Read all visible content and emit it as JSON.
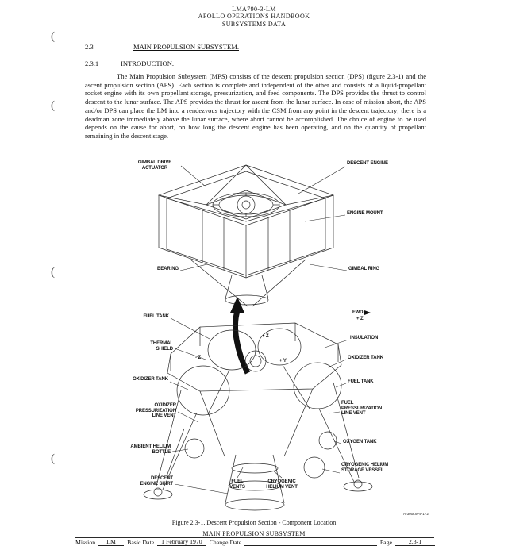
{
  "header": {
    "doc_number": "LMA790-3-LM",
    "title": "APOLLO OPERATIONS HANDBOOK",
    "subtitle": "SUBSYSTEMS DATA"
  },
  "margin_mark": "(",
  "section": {
    "number": "2.3",
    "title": "MAIN PROPULSION SUBSYSTEM."
  },
  "subsection": {
    "number": "2.3.1",
    "title": "INTRODUCTION."
  },
  "intro_paragraph": "The Main Propulsion Subsystem (MPS) consists of the descent propulsion section (DPS) (figure 2.3-1) and the ascent propulsion section (APS).  Each section is complete and independent of the other and consists of a liquid-propellant rocket engine with its own propellant storage, pressurization, and feed components.  The DPS provides the thrust to control descent to the lunar surface.  The APS provides the thrust for ascent from the lunar surface.  In case of mission abort, the APS and/or DPS can place the LM into a rendezvous trajectory with the CSM from any point in the descent trajectory; there is a deadman zone immediately above the lunar surface, where abort cannot be accomplished.  The choice of engine to be used depends on the cause for abort, on how long the descent engine has been operating, and on the quantity of propellant remaining in the descent stage.",
  "figure": {
    "caption": "Figure 2.3-1.   Descent Propulsion Section - Component Location",
    "artwork_ref": "A-300LM-4-172",
    "upper_labels": {
      "gimbal_drive_actuator": "GIMBAL DRIVE ACTUATOR",
      "descent_engine": "DESCENT ENGINE",
      "engine_mount": "ENGINE MOUNT",
      "gimbal_ring": "GIMBAL RING",
      "bearing": "BEARING"
    },
    "lower_labels": {
      "fuel_tank_left": "FUEL TANK",
      "thermal_shield": "THERMAL SHIELD",
      "oxidizer_tank_left": "OXIDIZER TANK",
      "oxidizer_pressurization_line_vent": "OXIDIZER PRESSURIZATION LINE VENT",
      "ambient_helium_bottle": "AMBIENT HELIUM BOTTLE",
      "descent_engine_skirt": "DESCENT ENGINE SKIRT",
      "fuel_vents": "FUEL VENTS",
      "cryogenic_helium_vent": "CRYOGENIC HELIUM VENT",
      "fwd": "FWD",
      "fwd_axis": "+ Z",
      "insulation": "INSULATION",
      "oxidizer_tank_right": "OXIDIZER TANK",
      "fuel_tank_right": "FUEL TANK",
      "fuel_pressurization_line_vent": "FUEL PRESSURIZATION LINE VENT",
      "oxygen_tank": "OXYGEN TANK",
      "cryogenic_helium_storage_vessel": "CRYOGENIC HELIUM STORAGE VESSEL"
    },
    "axis_labels": {
      "plus_z": "+ Z",
      "minus_z": "- Z",
      "plus_y": "+ Y"
    }
  },
  "footer": {
    "subsystem_title": "MAIN PROPULSION SUBSYSTEM",
    "mission_label": "Mission",
    "mission_value": "LM",
    "basic_date_label": "Basic Date",
    "basic_date_value": "1 February 1970",
    "change_date_label": "Change Date",
    "change_date_value": "",
    "page_label": "Page",
    "page_value": "2.3-1"
  }
}
